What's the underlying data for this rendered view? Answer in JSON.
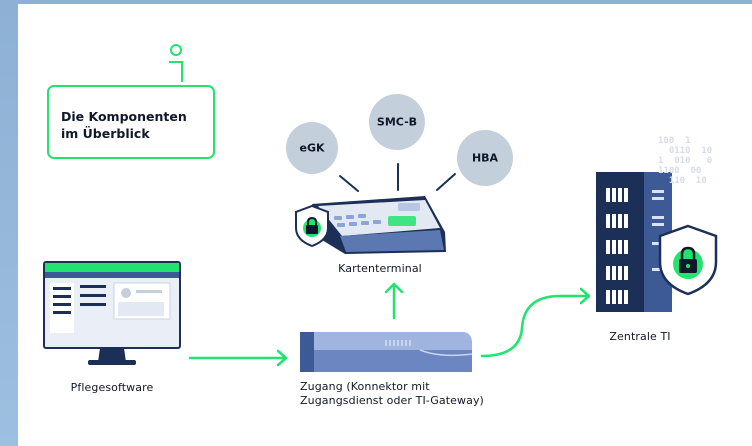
{
  "title": {
    "line1": "Die Komponenten",
    "line2": "im Überblick"
  },
  "bubbles": {
    "egk": "eGK",
    "smcb": "SMC-B",
    "hba": "HBA"
  },
  "labels": {
    "kartenterminal": "Kartenterminal",
    "pflegesoftware": "Pflegesoftware",
    "zugang_line1": "Zugang (Konnektor mit",
    "zugang_line2": "Zugangsdienst oder TI-Gateway)",
    "zentrale_ti": "Zentrale TI"
  },
  "binary": "100  1\n  0110  10\n1  010   0\n1100  00\n  110  10",
  "colors": {
    "accent_green": "#22e36f",
    "navy": "#1c2f57",
    "bubble": "#c4cfdc",
    "device_blue": "#5b78b3",
    "frame_blue": "#8fb3d7"
  }
}
